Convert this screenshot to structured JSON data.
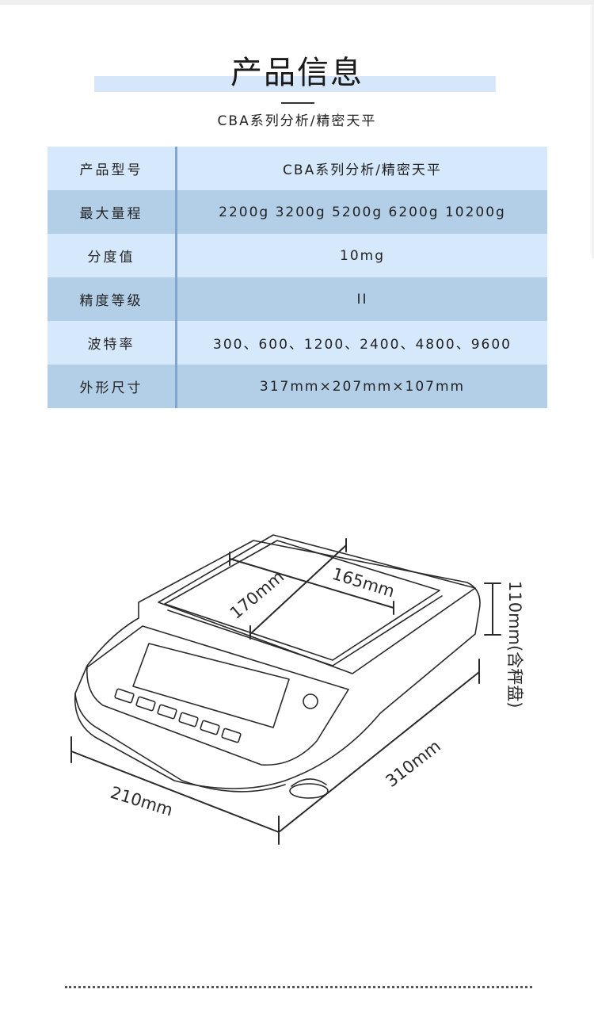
{
  "header": {
    "title": "产品信息",
    "subtitle": "CBA系列分析/精密天平"
  },
  "specs": [
    {
      "label": "产品型号",
      "value": "CBA系列分析/精密天平"
    },
    {
      "label": "最大量程",
      "value": "2200g 3200g 5200g 6200g 10200g"
    },
    {
      "label": "分度值",
      "value": "10mg"
    },
    {
      "label": "精度等级",
      "value": "II"
    },
    {
      "label": "波特率",
      "value": "300、600、1200、2400、4800、9600"
    },
    {
      "label": "外形尺寸",
      "value": "317mm×207mm×107mm"
    }
  ],
  "diagram": {
    "dim_pan_width": "165mm",
    "dim_pan_depth": "170mm",
    "dim_height": "110mm(含秤盘)",
    "dim_width": "210mm",
    "dim_depth": "310mm"
  },
  "colors": {
    "row_light": "#d6e8fb",
    "row_dark": "#b3cfe8",
    "title_band": "#d6e7fb",
    "divider": "#7fa6cf"
  }
}
